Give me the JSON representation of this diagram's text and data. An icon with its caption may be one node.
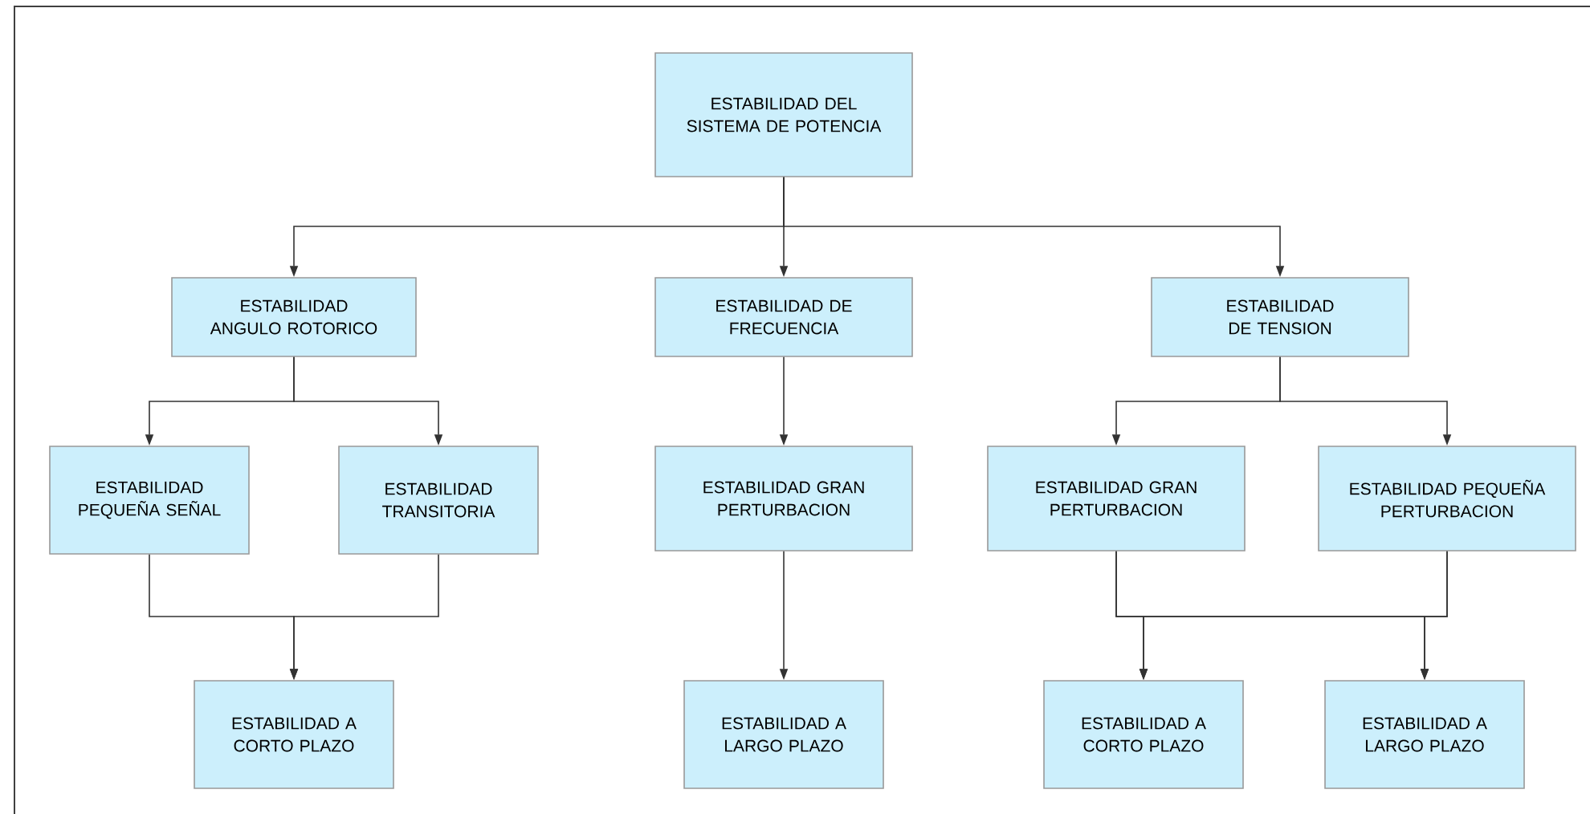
{
  "diagram": {
    "nodes": [
      {
        "text": [
          "ESTABILIDAD DEL SISTEMA DE POTENCIA"
        ]
      },
      {
        "text": [
          "ESTABILIDAD ANGULO ROTORICO"
        ]
      },
      {
        "text": [
          "ESTABILIDAD DE FRECUENCIA"
        ]
      },
      {
        "text": [
          "ESTABILIDAD DE TENSION"
        ]
      },
      {
        "text": [
          "ESTABILIDAD PEQUEÑA SEÑAL"
        ]
      },
      {
        "text": [
          "ESTABILIDAD TRANSITORIA"
        ]
      },
      {
        "text": [
          "ESTABILIDAD GRAN PERTURBACION"
        ]
      },
      {
        "text": [
          "ESTABILIDAD GRAN PERTURBACION"
        ]
      },
      {
        "text": [
          "ESTABILIDAD PEQUEÑA PERTURBACION"
        ]
      },
      {
        "text": [
          "ESTABILIDAD A CORTO PLAZO"
        ]
      },
      {
        "text": [
          "ESTABILIDAD A LARGO PLAZO"
        ]
      },
      {
        "text": [
          "ESTABILIDAD A CORTO PLAZO"
        ]
      },
      {
        "text": [
          "ESTABILIDAD A LARGO PLAZO"
        ]
      }
    ],
    "edges": [
      {
        "from": 0,
        "to": 1,
        "arrow": "to"
      },
      {
        "from": 0,
        "to": 2,
        "arrow": "to"
      },
      {
        "from": 0,
        "to": 3,
        "arrow": "to"
      },
      {
        "from": 1,
        "to": 4,
        "arrow": "to"
      },
      {
        "from": 1,
        "to": 5,
        "arrow": "to"
      },
      {
        "from": 2,
        "to": 6,
        "arrow": "to"
      },
      {
        "from": 3,
        "to": 7,
        "arrow": "to"
      },
      {
        "from": 3,
        "to": 8,
        "arrow": "to"
      },
      {
        "from": 4,
        "to": 9,
        "arrow": "to"
      },
      {
        "from": 5,
        "to": 9,
        "arrow": "to"
      },
      {
        "from": 6,
        "to": 10,
        "arrow": "to"
      },
      {
        "from": 7,
        "to": 11,
        "arrow": "to"
      },
      {
        "from": 7,
        "to": 12,
        "arrow": "to"
      },
      {
        "from": 8,
        "to": 11,
        "arrow": "to"
      },
      {
        "from": 8,
        "to": 12,
        "arrow": "to"
      }
    ]
  }
}
